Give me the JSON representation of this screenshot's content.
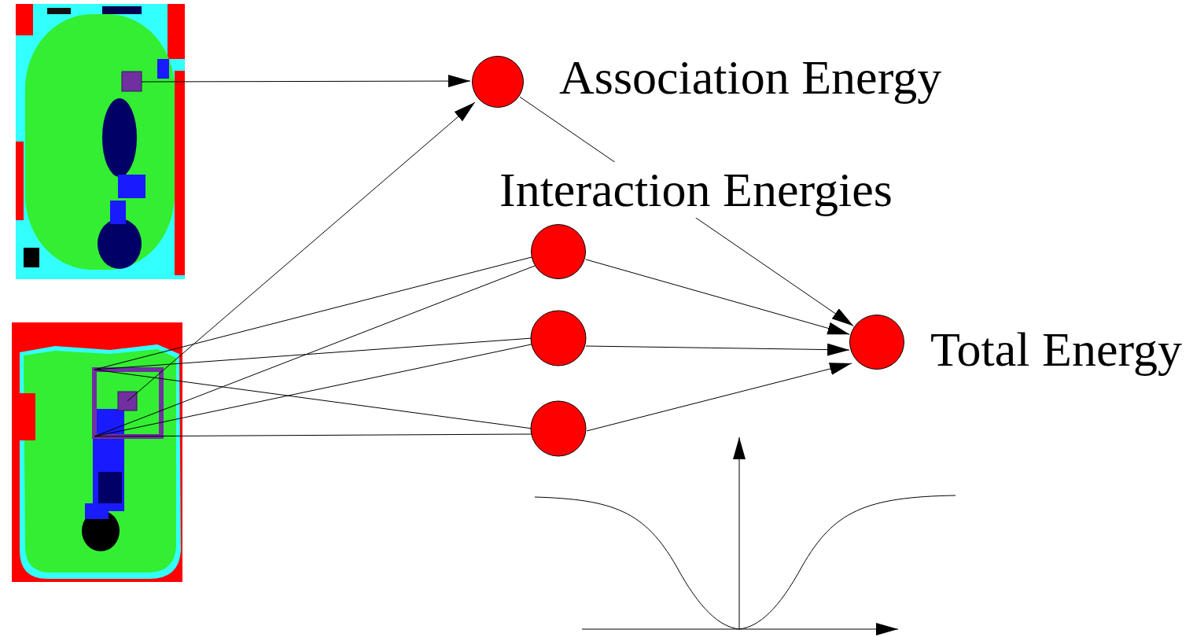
{
  "diagram": {
    "nodes": [
      {
        "text": [
          "Association Energy"
        ]
      },
      {
        "text": [
          "Interaction Energies"
        ]
      },
      {
        "text": [
          "Total Energy"
        ]
      }
    ],
    "edges": [
      {
        "from": 0,
        "to": 2,
        "arrow": "to"
      },
      {
        "from": 1,
        "to": 2,
        "arrow": "to"
      }
    ]
  }
}
